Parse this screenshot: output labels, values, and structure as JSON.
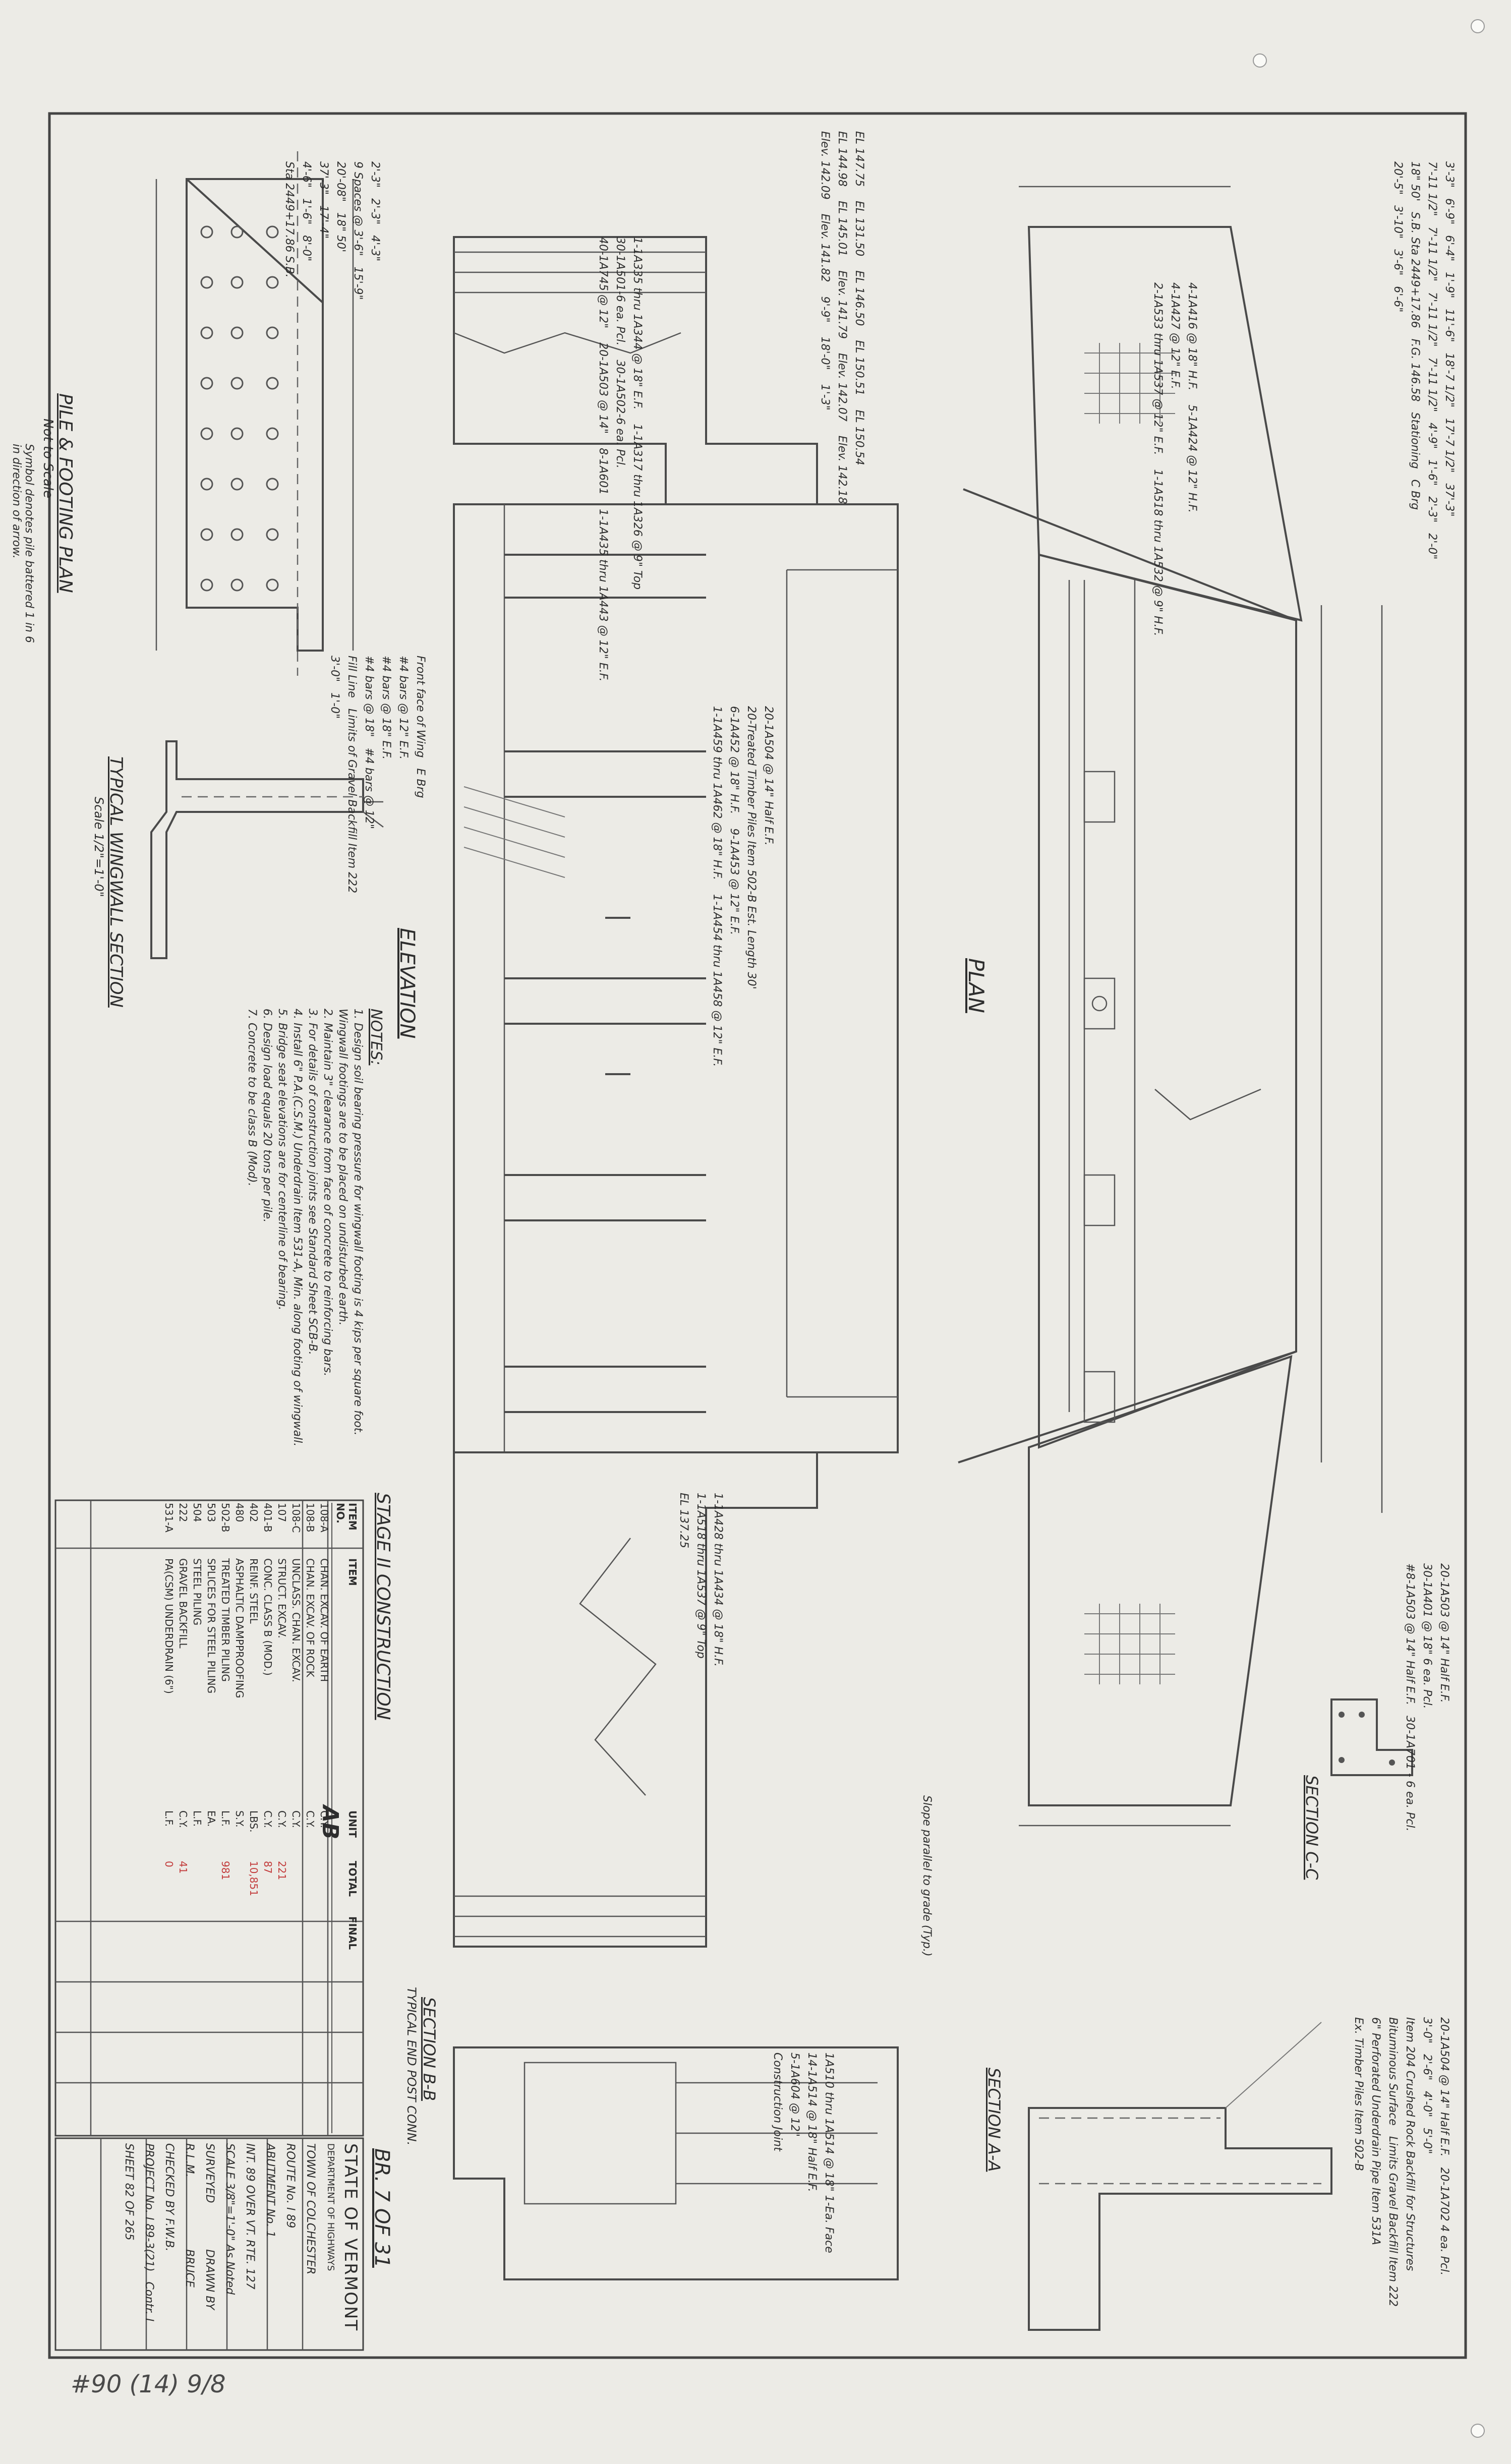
{
  "drawing": {
    "sheet_title": "BR. 7 OF 31",
    "stage": "STAGE II CONSTRUCTION",
    "handwritten_ref": "#90 (14) 9/8",
    "initials": "AB"
  },
  "views": {
    "elevation": "ELEVATION",
    "plan": "PLAN",
    "section_aa": "SECTION A-A",
    "section_bb": "SECTION B-B",
    "section_bb_sub": "TYPICAL END POST CONN.",
    "section_cc": "SECTION C-C",
    "pile_plan": "PILE & FOOTING PLAN",
    "pile_plan_scale": "Not to Scale",
    "pile_symbol": "Symbol denotes pile battered 1 in 6 in direction of arrow.",
    "wingwall": "TYPICAL WINGWALL SECTION",
    "wingwall_scale": "Scale 1/2\"=1'-0\""
  },
  "pile_plan_labels": [
    "2'-3\"",
    "2'-3\"",
    "4'-3\"",
    "9 Spaces @ 3'-6\"",
    "15'-9\"",
    "20'-08\"",
    "18\" 50'",
    "37'-3\"",
    "17'-4\"",
    "4'-6\"",
    "1'-6\"",
    "8'-0\"",
    "Sta 2449+17.86 S.B."
  ],
  "wingwall_labels": [
    "Front face of Wing",
    "E Brg",
    "#4 bars @ 12\" E.F.",
    "#4 bars @ 18\" E.F.",
    "#4 bars @ 18\"",
    "#4 bars @ 12\"",
    "Fill Line",
    "Limits of Gravel Backfill Item 222",
    "3'-0\"",
    "1'-0\""
  ],
  "elevation_labels": [
    "EL 147.75",
    "EL 131.50",
    "EL 146.50",
    "EL 150.51",
    "EL 150.54",
    "EL 144.98",
    "EL 145.01",
    "Elev. 141.79",
    "Elev. 142.07",
    "Elev. 142.18",
    "Elev. 142.09",
    "Elev. 141.82",
    "9'-9\"",
    "18'-0\"",
    "1'-3\"",
    "20-1A504 @ 14\" Half E.F.",
    "20-Treated Timber Piles Item 502-B Est. Length 30'",
    "6-1A452 @ 18\" H.F.",
    "9-1A453 @ 12\" E.F.",
    "1-1A459 thru 1A462 @ 18\" H.F.",
    "1-1A454 thru 1A458 @ 12\" E.F.",
    "1-1A335 thru 1A344 @ 18\" E.F.",
    "1-1A317 thru 1A326 @ 9\" Top",
    "30-1A501-6 ea. Pcl.",
    "30-1A502-6 ea. Pcl.",
    "40-1A745 @ 12\"",
    "20-1A503 @ 14\"",
    "8-1A601",
    "1-1A435 thru 1A443 @ 12\" E.F.",
    "1-1A428 thru 1A434 @ 18\" H.F.",
    "1-1A518 thru 1A537 @ 9\" Top",
    "EL 137.25"
  ],
  "plan_labels": [
    "3'-3\"",
    "6'-9\"",
    "6'-4\"",
    "1'-9\"",
    "11'-6\"",
    "18'-7 1/2\"",
    "17'-7 1/2\"",
    "37'-3\"",
    "7'-11 1/2\"",
    "7'-11 1/2\"",
    "7'-11 1/2\"",
    "7'-11 1/2\"",
    "4'-9\"",
    "1'-6\"",
    "2'-3\"",
    "2'-0\"",
    "18\" 50'",
    "S.B. Sta 2449+17.86",
    "F.G. 146.58",
    "Stationing",
    "C Brg",
    "20'-5\"",
    "3'-10\"",
    "3'-6\"",
    "6'-6\"",
    "4-1A416 @ 18\" H.F.",
    "5-1A424 @ 12\" H.F.",
    "4-1A427 @ 12\" E.F.",
    "2-1A533 thru 1A537 @ 12\" E.F.",
    "1-1A518 thru 1A532 @ 9\" H.F.",
    "Slope parallel to grade (Typ.)"
  ],
  "section_labels": [
    "20-1A503 @ 14\" Half E.F.",
    "30-1A401 @ 18\" 6 ea. Pcl.",
    "#8-1A503 @ 14\" Half E.F.",
    "30-1A701 - 6 ea. Pcl.",
    "20-1A504 @ 14\" Half E.F.",
    "20-1A702 4 ea. Pcl.",
    "3'-0\"",
    "2'-6\"",
    "4'-0\"",
    "5'-0\"",
    "1A510 thru 1A514 @ 18\" 1-Ea. Face",
    "14-1A514 @ 18\" Half E.F.",
    "5-1A604 @ 12\"",
    "Construction Joint",
    "Item 204 Crushed Rock Backfill for Structures",
    "Bituminous Surface",
    "Limits Gravel Backfill Item 222",
    "6\" Perforated Underdrain Pipe Item 531A",
    "Ex. Timber Piles Item 502-B"
  ],
  "notes_title": "NOTES:",
  "notes": [
    "1. Design soil bearing pressure for wingwall footing is 4 kips per square foot. Wingwall footings are to be placed on undisturbed earth.",
    "2. Maintain 3\" clearance from face of concrete to reinforcing bars.",
    "3. For details of construction joints see Standard Sheet SCB-B.",
    "4. Install 6\" P.A.(C.S.M.) Underdrain Item 531-A, Min. along footing of wingwall.",
    "5. Bridge seat elevations are for centerline of bearing.",
    "6. Design load equals 20 tons per pile.",
    "7. Concrete to be class B (Mod)."
  ],
  "quantities": {
    "headers": [
      "ITEM NO.",
      "ITEM",
      "UNIT",
      "",
      "",
      "TOTAL",
      "FINAL"
    ],
    "rows": [
      {
        "no": "108-A",
        "item": "CHAN. EXCAV. OF EARTH",
        "unit": "C.Y.",
        "total": "",
        "final": ""
      },
      {
        "no": "108-B",
        "item": "CHAN. EXCAV. OF ROCK",
        "unit": "C.Y.",
        "total": "",
        "final": ""
      },
      {
        "no": "108-C",
        "item": "UNCLASS. CHAN. EXCAV.",
        "unit": "C.Y.",
        "total": "",
        "final": ""
      },
      {
        "no": "107",
        "item": "STRUCT. EXCAV.",
        "unit": "C.Y.",
        "total": "221",
        "final": ""
      },
      {
        "no": "401-B",
        "item": "CONC. CLASS B (MOD.)",
        "unit": "C.Y.",
        "total": "87",
        "final": ""
      },
      {
        "no": "402",
        "item": "REINF. STEEL",
        "unit": "LBS.",
        "total": "10,851",
        "final": ""
      },
      {
        "no": "480",
        "item": "ASPHALTIC DAMPPROOFING",
        "unit": "S.Y.",
        "total": "",
        "final": ""
      },
      {
        "no": "502-B",
        "item": "TREATED TIMBER PILING",
        "unit": "L.F.",
        "total": "981",
        "final": ""
      },
      {
        "no": "503",
        "item": "SPLICES FOR STEEL PILING",
        "unit": "EA.",
        "total": "",
        "final": ""
      },
      {
        "no": "504",
        "item": "STEEL PILING",
        "unit": "L.F.",
        "total": "",
        "final": ""
      },
      {
        "no": "222",
        "item": "GRAVEL BACKFILL",
        "unit": "C.Y.",
        "total": "41",
        "final": ""
      },
      {
        "no": "531-A",
        "item": "PA(CSM) UNDERDRAIN (6\")",
        "unit": "L.F.",
        "total": "0",
        "final": ""
      }
    ]
  },
  "title_block": {
    "state": "STATE OF VERMONT",
    "dept": "DEPARTMENT OF HIGHWAYS",
    "town": "TOWN OF COLCHESTER",
    "route": "ROUTE No. I 89",
    "abutment": "ABUTMENT No. 1",
    "over": "INT. 89 OVER VT. RTE. 127",
    "scale": "SCALE 3/8\"=1'-0\" As Noted",
    "surveyed": "SURVEYED R.L.M.",
    "drawn": "DRAWN BY BRUCE",
    "checked": "CHECKED BY F.W.B.",
    "project": "PROJECT No. I 89-3(21)",
    "contract": "Contr. I",
    "sheet": "SHEET 82 OF 265"
  },
  "colors": {
    "paper": "#ecebe6",
    "ink": "#3c3c3c",
    "red_pencil": "#c23a3a"
  }
}
